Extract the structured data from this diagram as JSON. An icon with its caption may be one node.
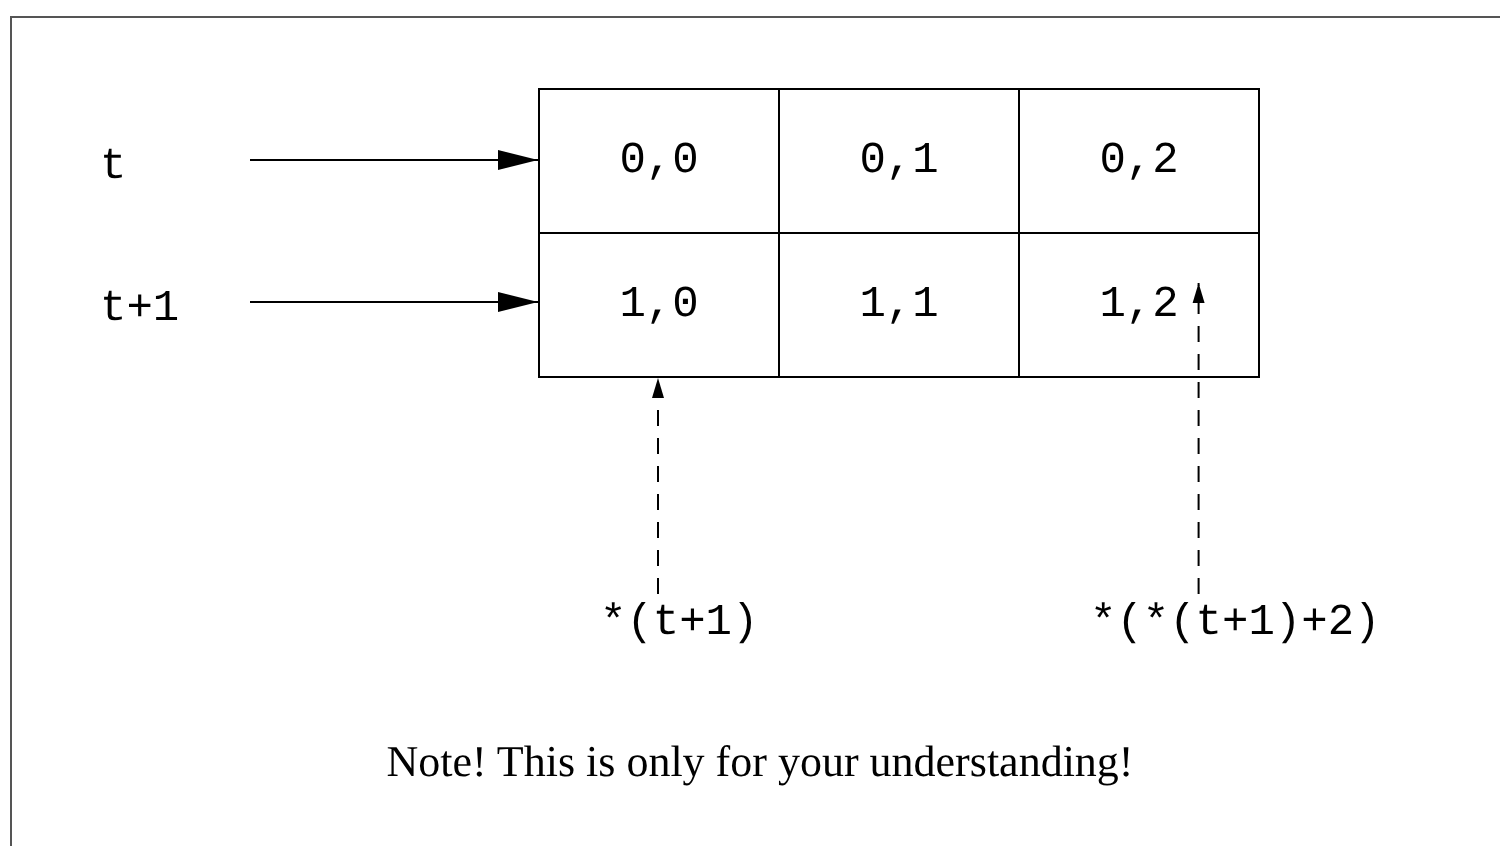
{
  "diagram": {
    "caption": "Note! This is only for your understanding!",
    "nodes": [
      {
        "text": [
          "t"
        ]
      },
      {
        "text": [
          "t+1"
        ]
      },
      {
        "text": [
          "0,0"
        ]
      },
      {
        "text": [
          "0,1"
        ]
      },
      {
        "text": [
          "0,2"
        ]
      },
      {
        "text": [
          "1,0"
        ]
      },
      {
        "text": [
          "1,1"
        ]
      },
      {
        "text": [
          "1,2"
        ]
      },
      {
        "text": [
          "*(t+1)"
        ]
      },
      {
        "text": [
          "*(*(t+1)+2)"
        ]
      }
    ],
    "edges": [
      {
        "from": 0,
        "to": 2,
        "arrow": "to"
      },
      {
        "from": 1,
        "to": 5,
        "arrow": "to"
      },
      {
        "from": 8,
        "to": 5,
        "arrow": "to",
        "style": "dashed"
      },
      {
        "from": 9,
        "to": 7,
        "arrow": "to",
        "style": "dashed"
      }
    ]
  }
}
